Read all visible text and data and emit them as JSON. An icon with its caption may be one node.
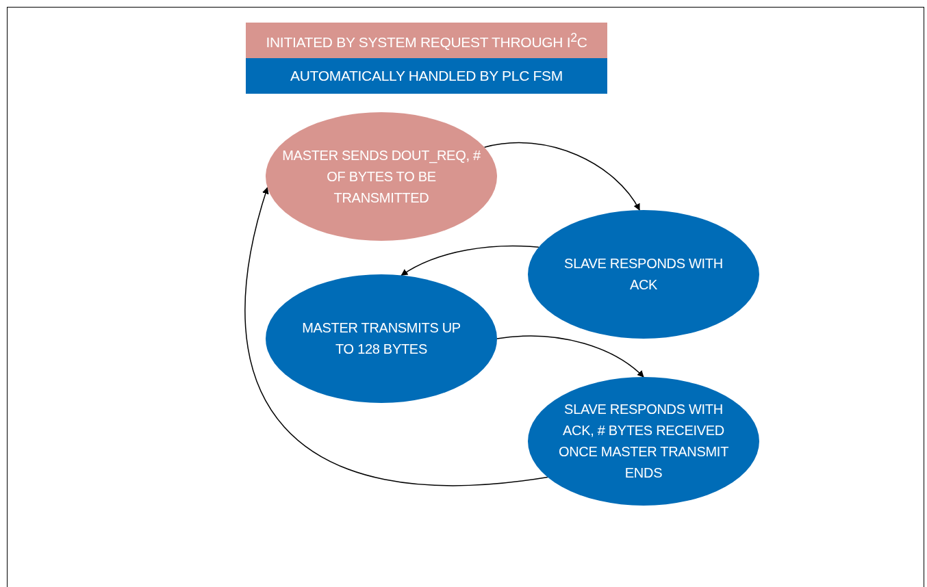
{
  "diagram": {
    "nodes": [
      {
        "text": [
          "MASTER SENDS DOUT_REQ, # OF BYTES TO BE TRANSMITTED"
        ]
      },
      {
        "text": [
          "SLAVE RESPONDS WITH ACK"
        ]
      },
      {
        "text": [
          "MASTER TRANSMITS UP TO 128 BYTES"
        ]
      },
      {
        "text": [
          "SLAVE RESPONDS WITH ACK, # BYTES RECEIVED ONCE MASTER TRANSMIT ENDS"
        ]
      }
    ],
    "edges": [
      {
        "from": 0,
        "to": 1,
        "arrow": "to"
      },
      {
        "from": 1,
        "to": 2,
        "arrow": "to"
      },
      {
        "from": 2,
        "to": 3,
        "arrow": "to"
      },
      {
        "from": 3,
        "to": 0,
        "arrow": "to"
      }
    ],
    "legend": [
      {
        "text": "INITIATED BY SYSTEM REQUEST THROUGH I$^{2}$C",
        "color": "#d8958f"
      },
      {
        "text": "AUTOMATICALLY HANDLED BY PLC FSM",
        "color": "#006cb7"
      }
    ]
  }
}
